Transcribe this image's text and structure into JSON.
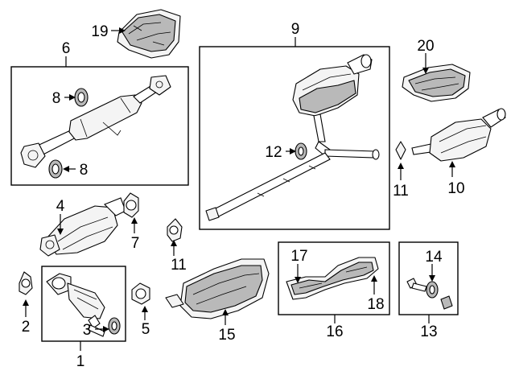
{
  "diagram": {
    "callouts": {
      "c1": "1",
      "c2": "2",
      "c3": "3",
      "c4": "4",
      "c5": "5",
      "c6": "6",
      "c7": "7",
      "c8a": "8",
      "c8b": "8",
      "c9": "9",
      "c10": "10",
      "c11a": "11",
      "c11b": "11",
      "c12": "12",
      "c13": "13",
      "c14": "14",
      "c15": "15",
      "c16": "16",
      "c17": "17",
      "c18": "18",
      "c19": "19",
      "c20": "20"
    },
    "colors": {
      "line": "#000000",
      "part_fill": "#f4f4f4",
      "part_shade": "#b9b9b9",
      "background": "#ffffff"
    }
  }
}
